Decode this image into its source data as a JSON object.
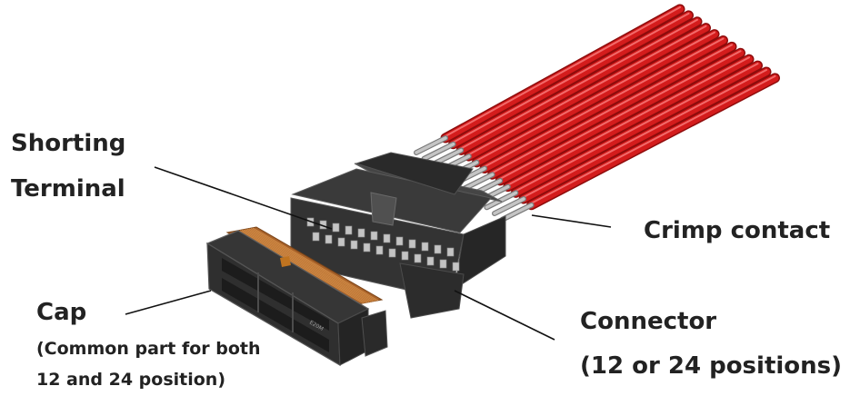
{
  "labels": {
    "shorting_line1": "Shorting",
    "shorting_line2": "Terminal",
    "crimp": "Crimp contact",
    "cap_title": "Cap",
    "cap_note1": "(Common part for both",
    "cap_note2": "12 and 24 position)",
    "connector_title": "Connector",
    "connector_note": "(12 or 24 positions)",
    "cap_marking": "E20M"
  },
  "colors": {
    "wire": "#d41c1c",
    "wire_highlight": "#f26a6a",
    "wire_shadow": "#8e0c0c",
    "housing": "#2e2e2e",
    "housing_face": "#3d3d3d",
    "housing_edge": "#5e5e5e",
    "metal": "#c4c4c4",
    "copper": "#a8622a",
    "leader": "#111111",
    "text": "#222222"
  },
  "parts": {
    "wire_count": 12
  }
}
